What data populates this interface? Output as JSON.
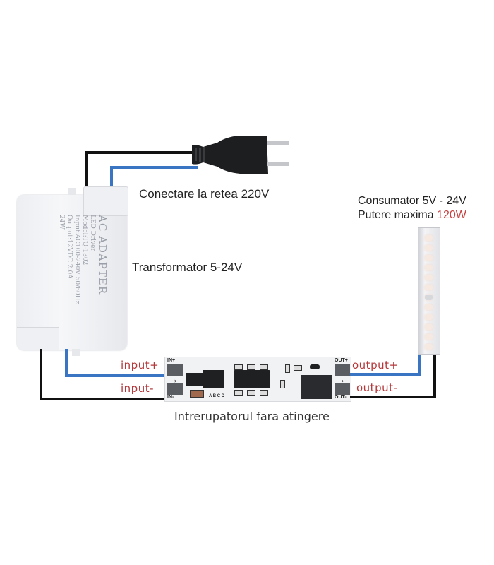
{
  "diagram": {
    "labels": {
      "mains": "Conectare la retea 220V",
      "transformer": "Transformator 5-24V",
      "consumer_line1": "Consumator 5V - 24V",
      "consumer_line2_prefix": "Putere maxima ",
      "consumer_power": "120W",
      "switch": "Intrerupatorul fara atingere"
    },
    "terminals": {
      "input_plus": "input+",
      "input_minus": "input-",
      "output_plus": "output+",
      "output_minus": "output-"
    },
    "pcb_marks": {
      "in_plus": "IN+",
      "in_minus": "IN-",
      "out_plus": "OUT+",
      "out_minus": "OUT-",
      "pins": "A B C D",
      "arrow": "→"
    },
    "adapter_label": {
      "title": "AC ADAPTER",
      "subtitle": "LED Driver",
      "model": "Model:TQ-1302",
      "input": "Input:AC100-240V 50/60Hz",
      "output": "Output:12VDC 2.0A",
      "power": "24W"
    },
    "colors": {
      "wire_positive": "#3a75c4",
      "wire_negative": "#111111",
      "annotation_red": "#b5383a",
      "power_red": "#c8403f",
      "text": "#222222"
    }
  }
}
